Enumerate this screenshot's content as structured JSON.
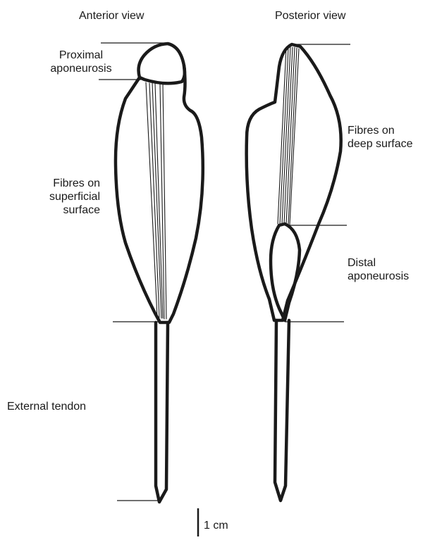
{
  "views": {
    "anterior_title": "Anterior view",
    "posterior_title": "Posterior view"
  },
  "labels": {
    "proximal_aponeurosis": "Proximal\naponeurosis",
    "fibres_superficial": "Fibres on\nsuperficial\nsurface",
    "external_tendon": "External tendon",
    "fibres_deep": "Fibres on\ndeep surface",
    "distal_aponeurosis": "Distal\naponeurosis"
  },
  "scale_bar": {
    "label": "1 cm"
  }
}
